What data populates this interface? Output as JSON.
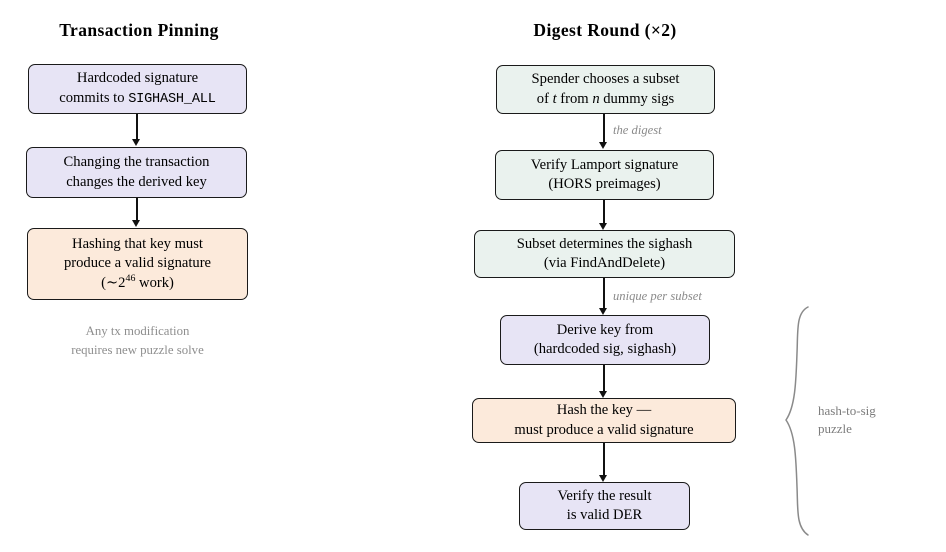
{
  "figure": {
    "background": "#ffffff",
    "colors": {
      "lavender": "#e7e4f5",
      "mint": "#eaf2ee",
      "peach": "#fceadb",
      "stroke": "#1a1a1a",
      "label_gray": "#8a8a8a"
    }
  },
  "left_column": {
    "title": "Transaction Pinning",
    "nodes": [
      {
        "id": "hardcoded-signature",
        "fill": "lavender",
        "line1": "Hardcoded signature",
        "line2_pre": "commits to ",
        "line2_mono": "SIGHASH_ALL"
      },
      {
        "id": "changing-transaction",
        "fill": "lavender",
        "line1": "Changing the transaction",
        "line2": "changes the derived key"
      },
      {
        "id": "hashing-valid-signature",
        "fill": "peach",
        "line1": "Hashing that key must",
        "line2": "produce a valid signature",
        "line3_pre": "(∼2",
        "line3_sup": "46",
        "line3_post": " work)"
      }
    ],
    "caption_line1": "Any tx modification",
    "caption_line2": "requires new puzzle solve"
  },
  "right_column": {
    "title": "Digest Round (×2)",
    "nodes": [
      {
        "id": "spender-chooses-subset",
        "fill": "mint",
        "line1": "Spender chooses a subset",
        "line2_pre": "of ",
        "line2_var1": "t",
        "line2_mid": " from ",
        "line2_var2": "n",
        "line2_post": " dummy sigs"
      },
      {
        "id": "verify-lamport-signature",
        "fill": "mint",
        "line1": "Verify Lamport signature",
        "line2": "(HORS preimages)"
      },
      {
        "id": "subset-determines-sighash",
        "fill": "mint",
        "line1": "Subset determines the sighash",
        "line2": "(via FindAndDelete)"
      },
      {
        "id": "derive-key",
        "fill": "lavender",
        "line1": "Derive key from",
        "line2": "(hardcoded sig, sighash)"
      },
      {
        "id": "hash-the-key",
        "fill": "peach",
        "line1": "Hash the key —",
        "line2": "must produce a valid signature"
      },
      {
        "id": "verify-der",
        "fill": "lavender",
        "line1": "Verify the result",
        "line2": "is valid DER"
      }
    ],
    "edge_labels": [
      {
        "id": "the-digest",
        "text": "the digest"
      },
      {
        "id": "unique-per-subset",
        "text": "unique per subset"
      }
    ],
    "brace_label_line1": "hash-to-sig",
    "brace_label_line2": "puzzle"
  }
}
